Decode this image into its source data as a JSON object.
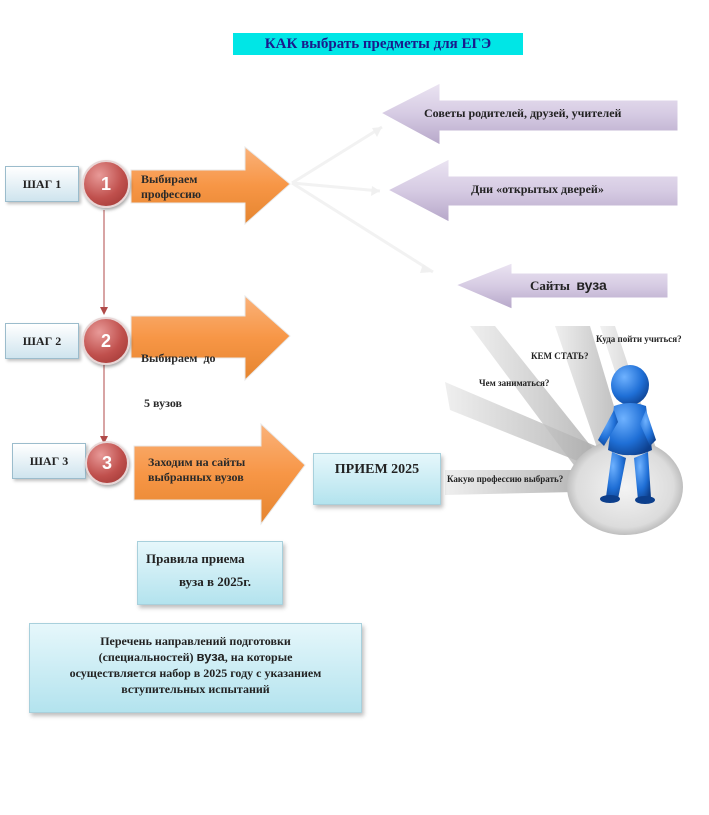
{
  "title": "КАК выбрать предметы для ЕГЭ",
  "steps": [
    {
      "label": "ШАГ 1",
      "number": "1",
      "action_line1": "Выбираем",
      "action_line2": "профессию"
    },
    {
      "label": "ШАГ 2",
      "number": "2",
      "action_line1": "Выбираем  до",
      "action_line2": " 5 вузов"
    },
    {
      "label": "ШАГ 3",
      "number": "3",
      "action_line1": "Заходим на сайты",
      "action_line2": "выбранных вузов"
    }
  ],
  "sources": {
    "advice": "Советы родителей, друзей, учителей",
    "open_days": "Дни «открытых дверей»",
    "websites_prefix": "Сайты",
    "websites_word": "вуза"
  },
  "admission_box": "ПРИЕМ 2025",
  "rules_box": {
    "line1": "Правила приема",
    "line2": "вуза в 2025г."
  },
  "list_box": {
    "line1": "Перечень направлений подготовки",
    "line2_a": "(специальностей)",
    "line2_b": "вуза",
    "line2_c": ", на которые",
    "line3": "осуществляется набор в  2025 году с указанием",
    "line4": "вступительных испытаний"
  },
  "questions": {
    "where_study": "Куда пойти учиться?",
    "who_become": "КЕМ СТАТЬ?",
    "what_do": "Чем заниматься?",
    "which_profession": "Какую профессию выбрать?"
  },
  "colors": {
    "title_bg": "#00e6e6",
    "title_text": "#1a1a8c",
    "orange_arrow": "#f79646",
    "purple_arrow": "#ccc0da",
    "circle_red": "#c0504d",
    "figure_blue": "#1f6fd6"
  }
}
